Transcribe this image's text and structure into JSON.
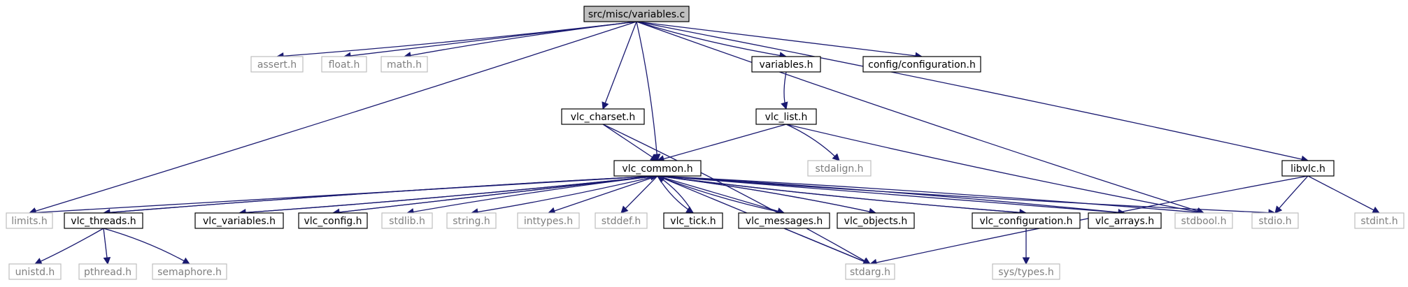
{
  "graph": {
    "root": "src/misc/variables.c",
    "nodes": [
      {
        "id": "root",
        "label": "src/misc/variables.c",
        "style": "root"
      },
      {
        "id": "assert",
        "label": "assert.h",
        "style": "external"
      },
      {
        "id": "float",
        "label": "float.h",
        "style": "external"
      },
      {
        "id": "math",
        "label": "math.h",
        "style": "external"
      },
      {
        "id": "limits",
        "label": "limits.h",
        "style": "external"
      },
      {
        "id": "vlc_charset",
        "label": "vlc_charset.h",
        "style": "solid"
      },
      {
        "id": "vlc_common",
        "label": "vlc_common.h",
        "style": "solid"
      },
      {
        "id": "variables",
        "label": "variables.h",
        "style": "solid"
      },
      {
        "id": "vlc_list",
        "label": "vlc_list.h",
        "style": "solid"
      },
      {
        "id": "stdalign",
        "label": "stdalign.h",
        "style": "external"
      },
      {
        "id": "config_configuration",
        "label": "config/configuration.h",
        "style": "solid"
      },
      {
        "id": "libvlc",
        "label": "libvlc.h",
        "style": "solid"
      },
      {
        "id": "vlc_threads",
        "label": "vlc_threads.h",
        "style": "solid"
      },
      {
        "id": "vlc_variables",
        "label": "vlc_variables.h",
        "style": "solid"
      },
      {
        "id": "vlc_config",
        "label": "vlc_config.h",
        "style": "solid"
      },
      {
        "id": "stdlib",
        "label": "stdlib.h",
        "style": "external"
      },
      {
        "id": "string",
        "label": "string.h",
        "style": "external"
      },
      {
        "id": "inttypes",
        "label": "inttypes.h",
        "style": "external"
      },
      {
        "id": "stddef",
        "label": "stddef.h",
        "style": "external"
      },
      {
        "id": "vlc_tick",
        "label": "vlc_tick.h",
        "style": "solid"
      },
      {
        "id": "vlc_messages",
        "label": "vlc_messages.h",
        "style": "solid"
      },
      {
        "id": "vlc_objects",
        "label": "vlc_objects.h",
        "style": "solid"
      },
      {
        "id": "vlc_configuration",
        "label": "vlc_configuration.h",
        "style": "solid"
      },
      {
        "id": "vlc_arrays",
        "label": "vlc_arrays.h",
        "style": "solid"
      },
      {
        "id": "stdbool",
        "label": "stdbool.h",
        "style": "external"
      },
      {
        "id": "stdio",
        "label": "stdio.h",
        "style": "external"
      },
      {
        "id": "stdint",
        "label": "stdint.h",
        "style": "external"
      },
      {
        "id": "unistd",
        "label": "unistd.h",
        "style": "external"
      },
      {
        "id": "pthread",
        "label": "pthread.h",
        "style": "external"
      },
      {
        "id": "semaphore",
        "label": "semaphore.h",
        "style": "external"
      },
      {
        "id": "stdarg",
        "label": "stdarg.h",
        "style": "external"
      },
      {
        "id": "sys_types",
        "label": "sys/types.h",
        "style": "external"
      }
    ],
    "edges": [
      [
        "root",
        "assert"
      ],
      [
        "root",
        "float"
      ],
      [
        "root",
        "math"
      ],
      [
        "root",
        "limits"
      ],
      [
        "root",
        "vlc_charset"
      ],
      [
        "root",
        "vlc_common"
      ],
      [
        "root",
        "variables"
      ],
      [
        "root",
        "config_configuration"
      ],
      [
        "root",
        "libvlc"
      ],
      [
        "root",
        "stdbool"
      ],
      [
        "vlc_charset",
        "vlc_common"
      ],
      [
        "vlc_charset",
        "stdarg"
      ],
      [
        "variables",
        "vlc_list"
      ],
      [
        "vlc_list",
        "vlc_common"
      ],
      [
        "vlc_list",
        "stdalign"
      ],
      [
        "vlc_list",
        "stdbool"
      ],
      [
        "vlc_common",
        "limits"
      ],
      [
        "vlc_common",
        "vlc_threads"
      ],
      [
        "vlc_common",
        "vlc_variables"
      ],
      [
        "vlc_common",
        "vlc_config"
      ],
      [
        "vlc_common",
        "stdlib"
      ],
      [
        "vlc_common",
        "string"
      ],
      [
        "vlc_common",
        "inttypes"
      ],
      [
        "vlc_common",
        "stddef"
      ],
      [
        "vlc_common",
        "vlc_tick"
      ],
      [
        "vlc_common",
        "vlc_messages"
      ],
      [
        "vlc_common",
        "vlc_objects"
      ],
      [
        "vlc_common",
        "vlc_configuration"
      ],
      [
        "vlc_common",
        "vlc_arrays"
      ],
      [
        "vlc_common",
        "stdbool"
      ],
      [
        "vlc_common",
        "stdio"
      ],
      [
        "vlc_common",
        "stdarg"
      ],
      [
        "vlc_threads",
        "vlc_common"
      ],
      [
        "vlc_variables",
        "vlc_common"
      ],
      [
        "vlc_config",
        "vlc_common"
      ],
      [
        "vlc_tick",
        "vlc_common"
      ],
      [
        "vlc_messages",
        "vlc_common"
      ],
      [
        "vlc_messages",
        "stdarg"
      ],
      [
        "vlc_objects",
        "vlc_common"
      ],
      [
        "vlc_configuration",
        "vlc_common"
      ],
      [
        "vlc_configuration",
        "sys_types"
      ],
      [
        "vlc_arrays",
        "vlc_common"
      ],
      [
        "vlc_threads",
        "unistd"
      ],
      [
        "vlc_threads",
        "pthread"
      ],
      [
        "vlc_threads",
        "semaphore"
      ],
      [
        "libvlc",
        "stdio"
      ],
      [
        "libvlc",
        "stdint"
      ],
      [
        "libvlc",
        "stdarg"
      ]
    ]
  }
}
